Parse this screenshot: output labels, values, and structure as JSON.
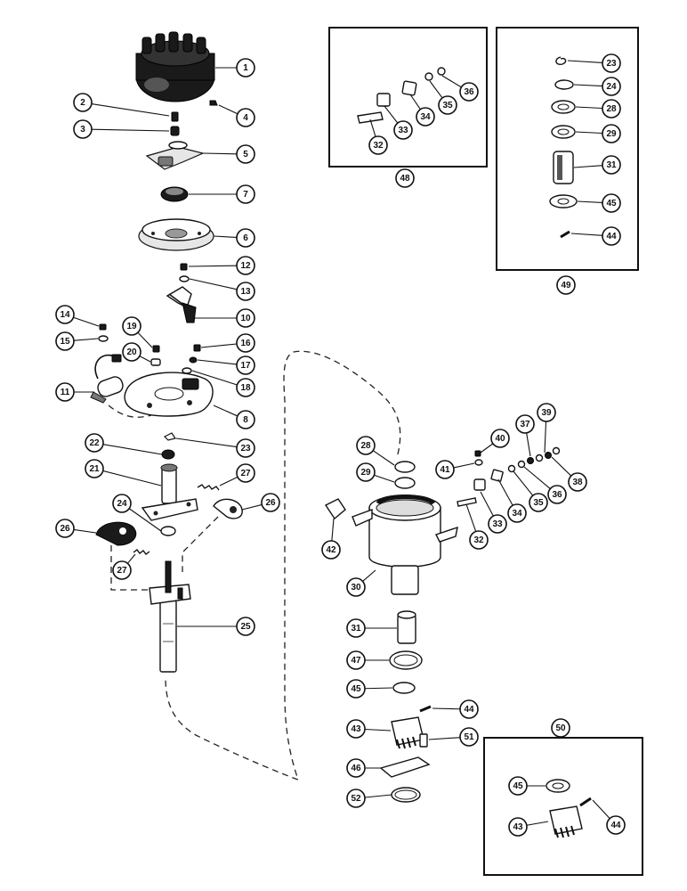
{
  "diagram": {
    "callouts": [
      {
        "id": "c1",
        "label": "1"
      },
      {
        "id": "c2",
        "label": "2"
      },
      {
        "id": "c3",
        "label": "3"
      },
      {
        "id": "c4",
        "label": "4"
      },
      {
        "id": "c5",
        "label": "5"
      },
      {
        "id": "c7",
        "label": "7"
      },
      {
        "id": "c6",
        "label": "6"
      },
      {
        "id": "c12",
        "label": "12"
      },
      {
        "id": "c13",
        "label": "13"
      },
      {
        "id": "c10",
        "label": "10"
      },
      {
        "id": "c14",
        "label": "14"
      },
      {
        "id": "c15",
        "label": "15"
      },
      {
        "id": "c19",
        "label": "19"
      },
      {
        "id": "c20",
        "label": "20"
      },
      {
        "id": "c16",
        "label": "16"
      },
      {
        "id": "c17",
        "label": "17"
      },
      {
        "id": "c18",
        "label": "18"
      },
      {
        "id": "c11",
        "label": "11"
      },
      {
        "id": "c8",
        "label": "8"
      },
      {
        "id": "c23a",
        "label": "23"
      },
      {
        "id": "c22",
        "label": "22"
      },
      {
        "id": "c21",
        "label": "21"
      },
      {
        "id": "c27a",
        "label": "27"
      },
      {
        "id": "c24a",
        "label": "24"
      },
      {
        "id": "c26a",
        "label": "26"
      },
      {
        "id": "c26b",
        "label": "26"
      },
      {
        "id": "c27b",
        "label": "27"
      },
      {
        "id": "c25",
        "label": "25"
      },
      {
        "id": "c32a",
        "label": "32"
      },
      {
        "id": "c33a",
        "label": "33"
      },
      {
        "id": "c34a",
        "label": "34"
      },
      {
        "id": "c35a",
        "label": "35"
      },
      {
        "id": "c36a",
        "label": "36"
      },
      {
        "id": "c48",
        "label": "48"
      },
      {
        "id": "c23b",
        "label": "23"
      },
      {
        "id": "c24b",
        "label": "24"
      },
      {
        "id": "c28a",
        "label": "28"
      },
      {
        "id": "c29a",
        "label": "29"
      },
      {
        "id": "c31a",
        "label": "31"
      },
      {
        "id": "c45a",
        "label": "45"
      },
      {
        "id": "c44a",
        "label": "44"
      },
      {
        "id": "c49",
        "label": "49"
      },
      {
        "id": "c40",
        "label": "40"
      },
      {
        "id": "c37",
        "label": "37"
      },
      {
        "id": "c39",
        "label": "39"
      },
      {
        "id": "c28b",
        "label": "28"
      },
      {
        "id": "c29b",
        "label": "29"
      },
      {
        "id": "c41",
        "label": "41"
      },
      {
        "id": "c38",
        "label": "38"
      },
      {
        "id": "c36b",
        "label": "36"
      },
      {
        "id": "c35b",
        "label": "35"
      },
      {
        "id": "c34b",
        "label": "34"
      },
      {
        "id": "c33b",
        "label": "33"
      },
      {
        "id": "c32b",
        "label": "32"
      },
      {
        "id": "c42",
        "label": "42"
      },
      {
        "id": "c30",
        "label": "30"
      },
      {
        "id": "c31b",
        "label": "31"
      },
      {
        "id": "c47",
        "label": "47"
      },
      {
        "id": "c45b",
        "label": "45"
      },
      {
        "id": "c44b",
        "label": "44"
      },
      {
        "id": "c43a",
        "label": "43"
      },
      {
        "id": "c51",
        "label": "51"
      },
      {
        "id": "c46",
        "label": "46"
      },
      {
        "id": "c52",
        "label": "52"
      },
      {
        "id": "c50",
        "label": "50"
      },
      {
        "id": "c45c",
        "label": "45"
      },
      {
        "id": "c43b",
        "label": "43"
      },
      {
        "id": "c44c",
        "label": "44"
      }
    ]
  }
}
